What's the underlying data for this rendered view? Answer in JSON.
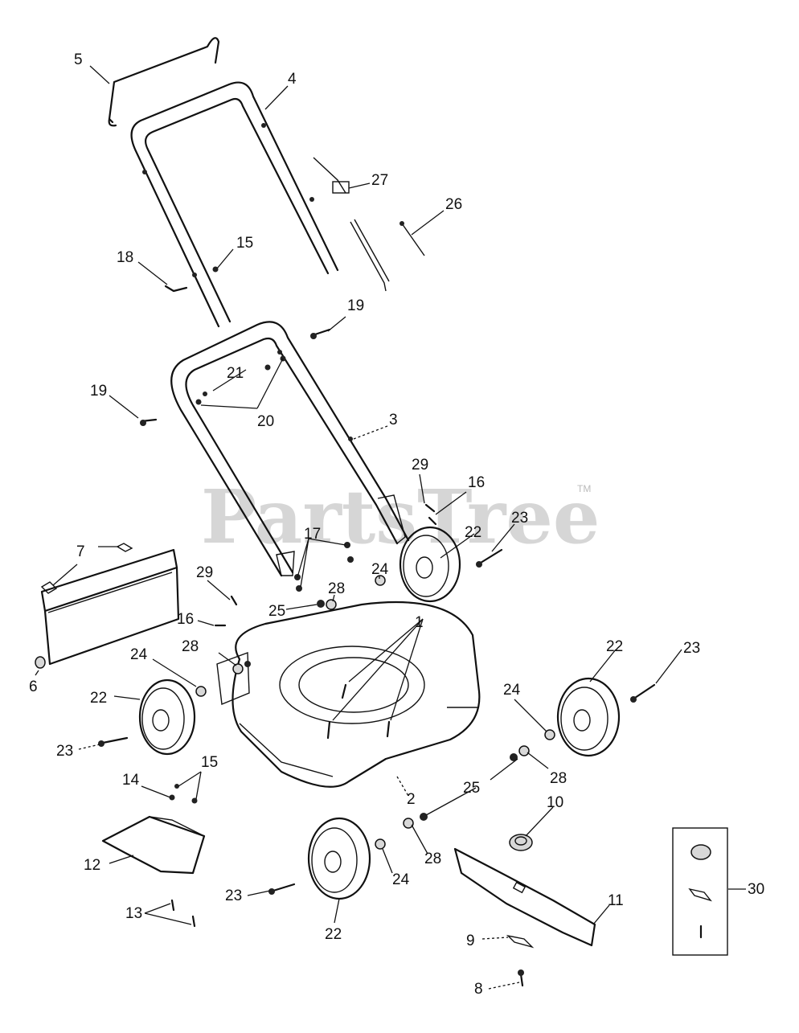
{
  "watermark": {
    "text": "PartsTree",
    "trademark": "TM"
  },
  "callouts": {
    "c1": "1",
    "c2": "2",
    "c3": "3",
    "c4": "4",
    "c5": "5",
    "c6": "6",
    "c7": "7",
    "c8": "8",
    "c9": "9",
    "c10": "10",
    "c11": "11",
    "c12": "12",
    "c13": "13",
    "c14": "14",
    "c15a": "15",
    "c15b": "15",
    "c16a": "16",
    "c16b": "16",
    "c17": "17",
    "c18": "18",
    "c19a": "19",
    "c19b": "19",
    "c20": "20",
    "c21": "21",
    "c22a": "22",
    "c22b": "22",
    "c22c": "22",
    "c22d": "22",
    "c23a": "23",
    "c23b": "23",
    "c23c": "23",
    "c23d": "23",
    "c24a": "24",
    "c24b": "24",
    "c24c": "24",
    "c24d": "24",
    "c25a": "25",
    "c25b": "25",
    "c26": "26",
    "c27": "27",
    "c28a": "28",
    "c28b": "28",
    "c28c": "28",
    "c28d": "28",
    "c29a": "29",
    "c29b": "29",
    "c30": "30"
  }
}
